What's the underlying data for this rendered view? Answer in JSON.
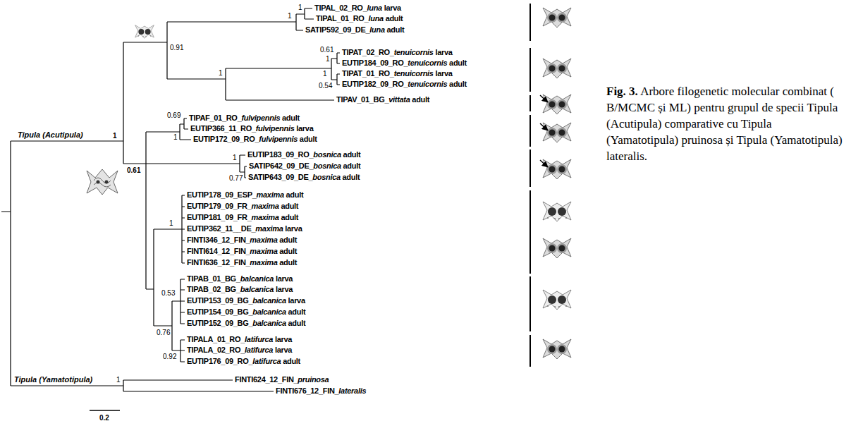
{
  "diagram": {
    "caption": "Fig. 3. Arbore filogenetic molecular combinat ( B/MCMC și ML) pentru grupul de specii Tipula (Acutipula) comparative cu Tipula (Yamatotipula) pruinosa și Tipula (Yamatotipula) lateralis.",
    "labels": [
      "TIPAL_02_RO_luna larva",
      "TIPAL_01_RO_luna adult",
      "SATIP592_09_DE_luna adult",
      "TIPAT_02_RO_tenuicornis larva",
      "EUTIP184_09_RO_tenuicornis adult",
      "TIPAT_01_RO_tenuicornis larva",
      "EUTIP182_09_RO_tenuicornis adult",
      "TIPAV_01_BG_vittata adult",
      "TIPAF_01_RO_fulvipennis adult",
      "EUTIP366_11_RO_fulvipennis larva",
      "EUTIP172_09_RO_fulvipennis adult",
      "EUTIP183_09_RO_bosnica adult",
      "SATIP642_09_DE_bosnica adult",
      "SATIP643_09_DE_bosnica adult",
      "EUTIP178_09_ESP_maxima adult",
      "EUTIP179_09_FR_maxima adult",
      "EUTIP181_09_FR_maxima adult",
      "EUTIP362_11__DE_maxima larva",
      "FINTI346_12_FIN_maxima adult",
      "FINTI614_12_FIN_maxima adult",
      "FINTI636_12_FIN_maxima adult",
      "TIPAB_01_BG_balcanica larva",
      "TIPAB_02_BG_balcanica larva",
      "EUTIP153_09_BG_balcanica larva",
      "EUTIP154_09_BG_balcanica adult",
      "EUTIP152_09_BG_balcanica adult",
      "TIPALA_01_RO_latifurca larva",
      "TIPALA_02_RO_latifurca larva",
      "EUTIP176_09_RO_latifurca adult",
      "FINTI624_12_FIN_pruinosa",
      "FINTI676_12_FIN_lateralis",
      "Tipula (Acutipula)",
      "1",
      "0.91",
      "1",
      "1",
      "0.61",
      "1",
      "1",
      "0.54",
      "1",
      "0.61",
      "0.69",
      "1",
      "1",
      "0.77",
      "1",
      "0.53",
      "0.76",
      "0.92",
      "Tipula (Yamatotipula)",
      "1",
      "0.2"
    ]
  }
}
